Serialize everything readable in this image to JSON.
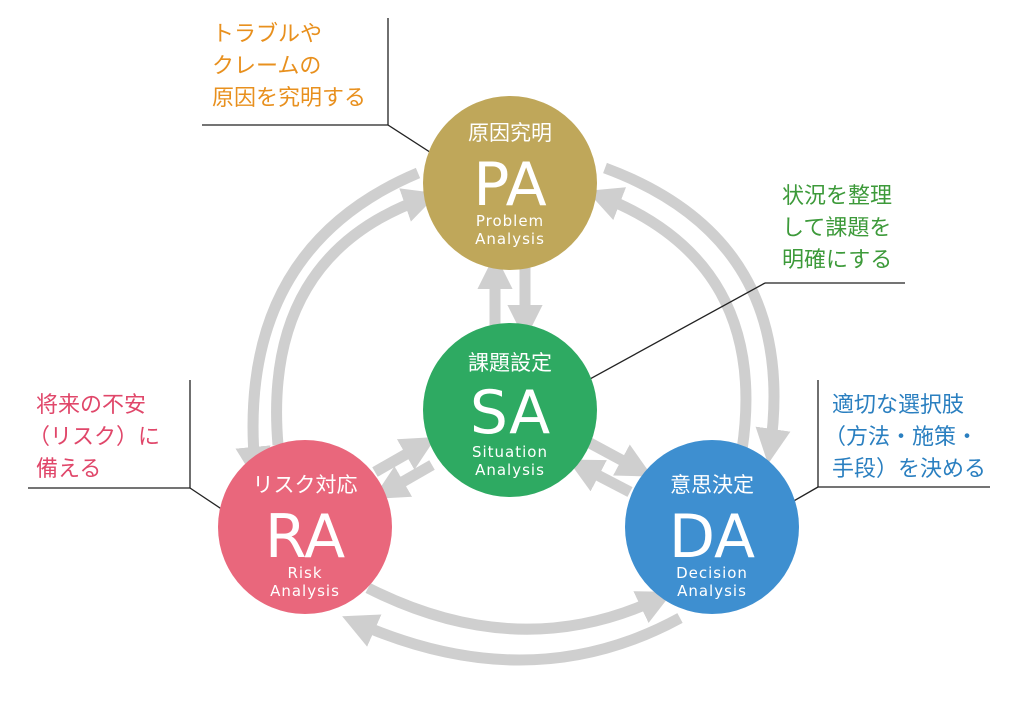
{
  "nodes": {
    "pa": {
      "title": "原因究明",
      "abbr": "PA",
      "sub1": "Problem",
      "sub2": "Analysis",
      "color": "#bfa75a"
    },
    "sa": {
      "title": "課題設定",
      "abbr": "SA",
      "sub1": "Situation",
      "sub2": "Analysis",
      "color": "#2eaa62"
    },
    "ra": {
      "title": "リスク対応",
      "abbr": "RA",
      "sub1": "Risk",
      "sub2": "Analysis",
      "color": "#e9677c"
    },
    "da": {
      "title": "意思決定",
      "abbr": "DA",
      "sub1": "Decision",
      "sub2": "Analysis",
      "color": "#3e8fd0"
    }
  },
  "callouts": {
    "pa": {
      "lines": [
        "トラブルや",
        "クレームの",
        "原因を究明する"
      ],
      "color": "#e8901e"
    },
    "sa": {
      "lines": [
        "状況を整理",
        "して課題を",
        "明確にする"
      ],
      "color": "#3d9a3a"
    },
    "ra": {
      "lines": [
        "将来の不安",
        "（リスク）に",
        "備える"
      ],
      "color": "#e0476a"
    },
    "da": {
      "lines": [
        "適切な選択肢",
        "（方法・施策・",
        "手段）を決める"
      ],
      "color": "#2a7fc0"
    }
  },
  "colors": {
    "arrow": "#cfcfcf",
    "leader": "#222222"
  }
}
